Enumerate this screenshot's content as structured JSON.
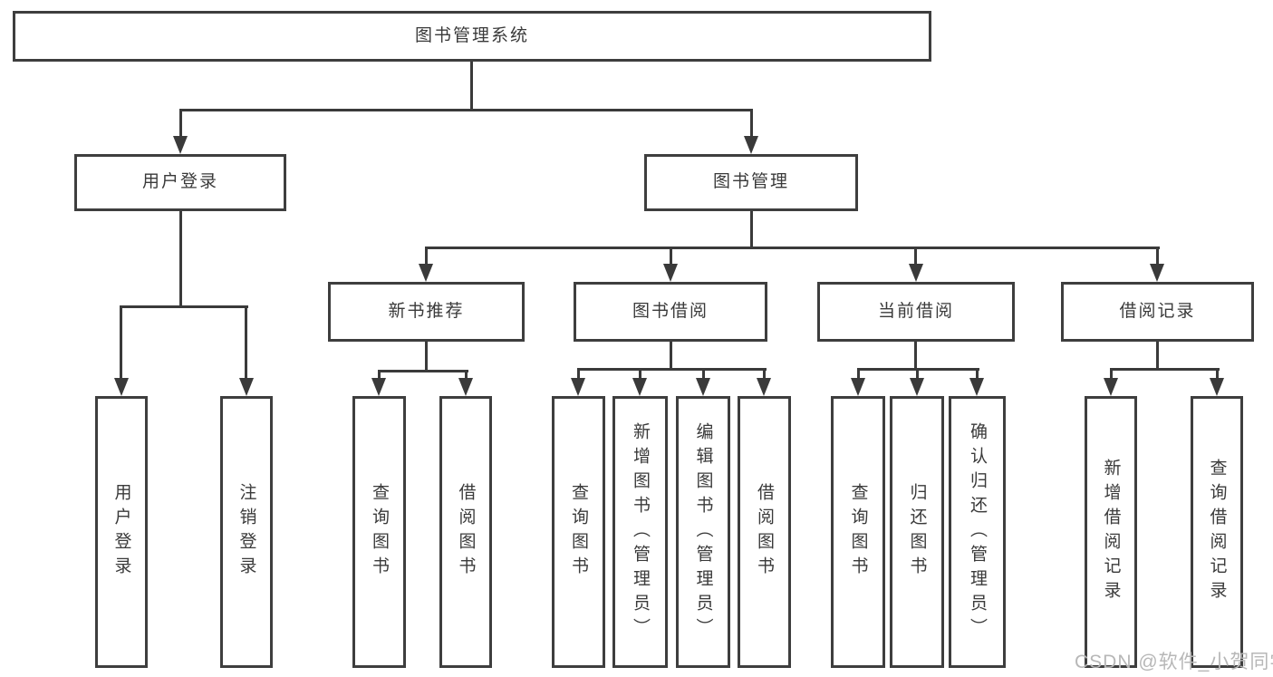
{
  "diagram": {
    "watermark": "CSDN @软件_小贺同学",
    "colors": {
      "line": "#3a3a3a",
      "node_border": "#3e3e3e",
      "node_text": "#3a3a3a",
      "watermark_text": "#b7b7b7",
      "background": "#ffffff"
    },
    "root": {
      "label": "图书管理系统",
      "children": [
        {
          "label": "用户登录",
          "children": [
            {
              "label": "用户登录"
            },
            {
              "label": "注销登录"
            }
          ]
        },
        {
          "label": "图书管理",
          "children": [
            {
              "label": "新书推荐",
              "children": [
                {
                  "label": "查询图书"
                },
                {
                  "label": "借阅图书"
                }
              ]
            },
            {
              "label": "图书借阅",
              "children": [
                {
                  "label": "查询图书"
                },
                {
                  "label": "新增图书（管理员）"
                },
                {
                  "label": "编辑图书（管理员）"
                },
                {
                  "label": "借阅图书"
                }
              ]
            },
            {
              "label": "当前借阅",
              "children": [
                {
                  "label": "查询图书"
                },
                {
                  "label": "归还图书"
                },
                {
                  "label": "确认归还（管理员）"
                }
              ]
            },
            {
              "label": "借阅记录",
              "children": [
                {
                  "label": "新增借阅记录"
                },
                {
                  "label": "查询借阅记录"
                }
              ]
            }
          ]
        }
      ]
    }
  }
}
